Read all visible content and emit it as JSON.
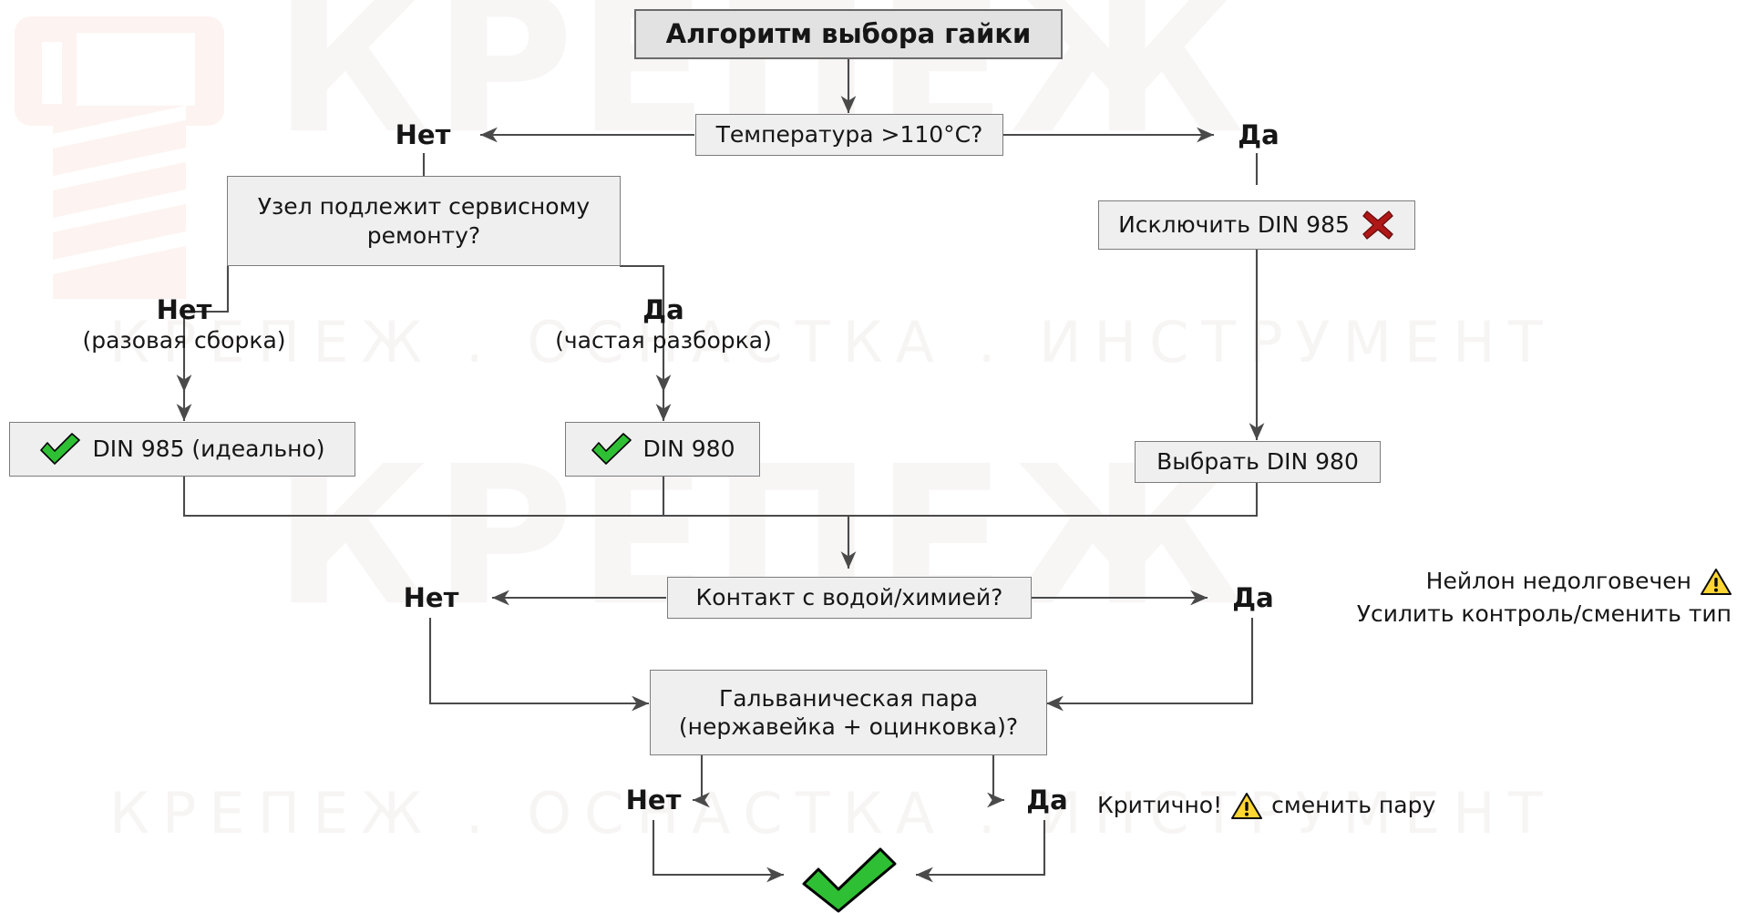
{
  "diagram": {
    "title": "Алгоритм выбора гайки",
    "language": "ru",
    "colors": {
      "node_fill": "#efefef",
      "title_fill": "#e2e2e2",
      "node_border": "#7c7c7c",
      "line": "#4a4a4a",
      "check_green": "#2fbf34",
      "cross_red": "#b01818",
      "warn_yellow": "#ffd633",
      "text": "#161616",
      "watermark": "#f7f4f4"
    }
  },
  "watermark": {
    "line1": "КРЕПЕЖ",
    "line2": "КРЕПЕЖ . ОСНАСТКА . ИНСТРУМЕНТ",
    "line3": "КРЕПЕЖ",
    "line4": "КРЕПЕЖ . ОСНАСТКА . ИНСТРУМЕНТ",
    "bolt_icon": "bolt-icon"
  },
  "nodes": {
    "title": {
      "text": "Алгоритм выбора гайки"
    },
    "q_temp": {
      "text": "Температура >110°C?"
    },
    "q_service": {
      "text": "Узел подлежит сервисному ремонту?"
    },
    "exclude_985": {
      "text": "Исключить DIN 985",
      "icon": "cross-mark-icon"
    },
    "res_985": {
      "text": "DIN 985 (идеально)",
      "icon": "check-mark-icon"
    },
    "res_980": {
      "text": "DIN 980",
      "icon": "check-mark-icon"
    },
    "choose_980": {
      "text": "Выбрать DIN 980"
    },
    "q_water": {
      "text": "Контакт с водой/химией?"
    },
    "q_galvanic": {
      "text": "Гальваническая пара (нержавейка + оцинковка)?"
    }
  },
  "labels": {
    "temp_no": {
      "yn": "Нет"
    },
    "temp_yes": {
      "yn": "Да"
    },
    "service_no": {
      "yn": "Нет",
      "sub": "(разовая сборка)"
    },
    "service_yes": {
      "yn": "Да",
      "sub": "(частая разборка)"
    },
    "water_no": {
      "yn": "Нет"
    },
    "water_yes": {
      "yn": "Да"
    },
    "galv_no": {
      "yn": "Нет"
    },
    "galv_yes": {
      "yn": "Да"
    }
  },
  "notes": {
    "nylon": {
      "line1": "Нейлон недолговечен",
      "line2": "Усилить контроль/сменить тип",
      "icon": "warning-triangle-icon"
    },
    "critical": {
      "prefix": "Критично!",
      "suffix": "сменить пару",
      "icon": "warning-triangle-icon"
    }
  },
  "final": {
    "icon": "check-mark-icon"
  }
}
